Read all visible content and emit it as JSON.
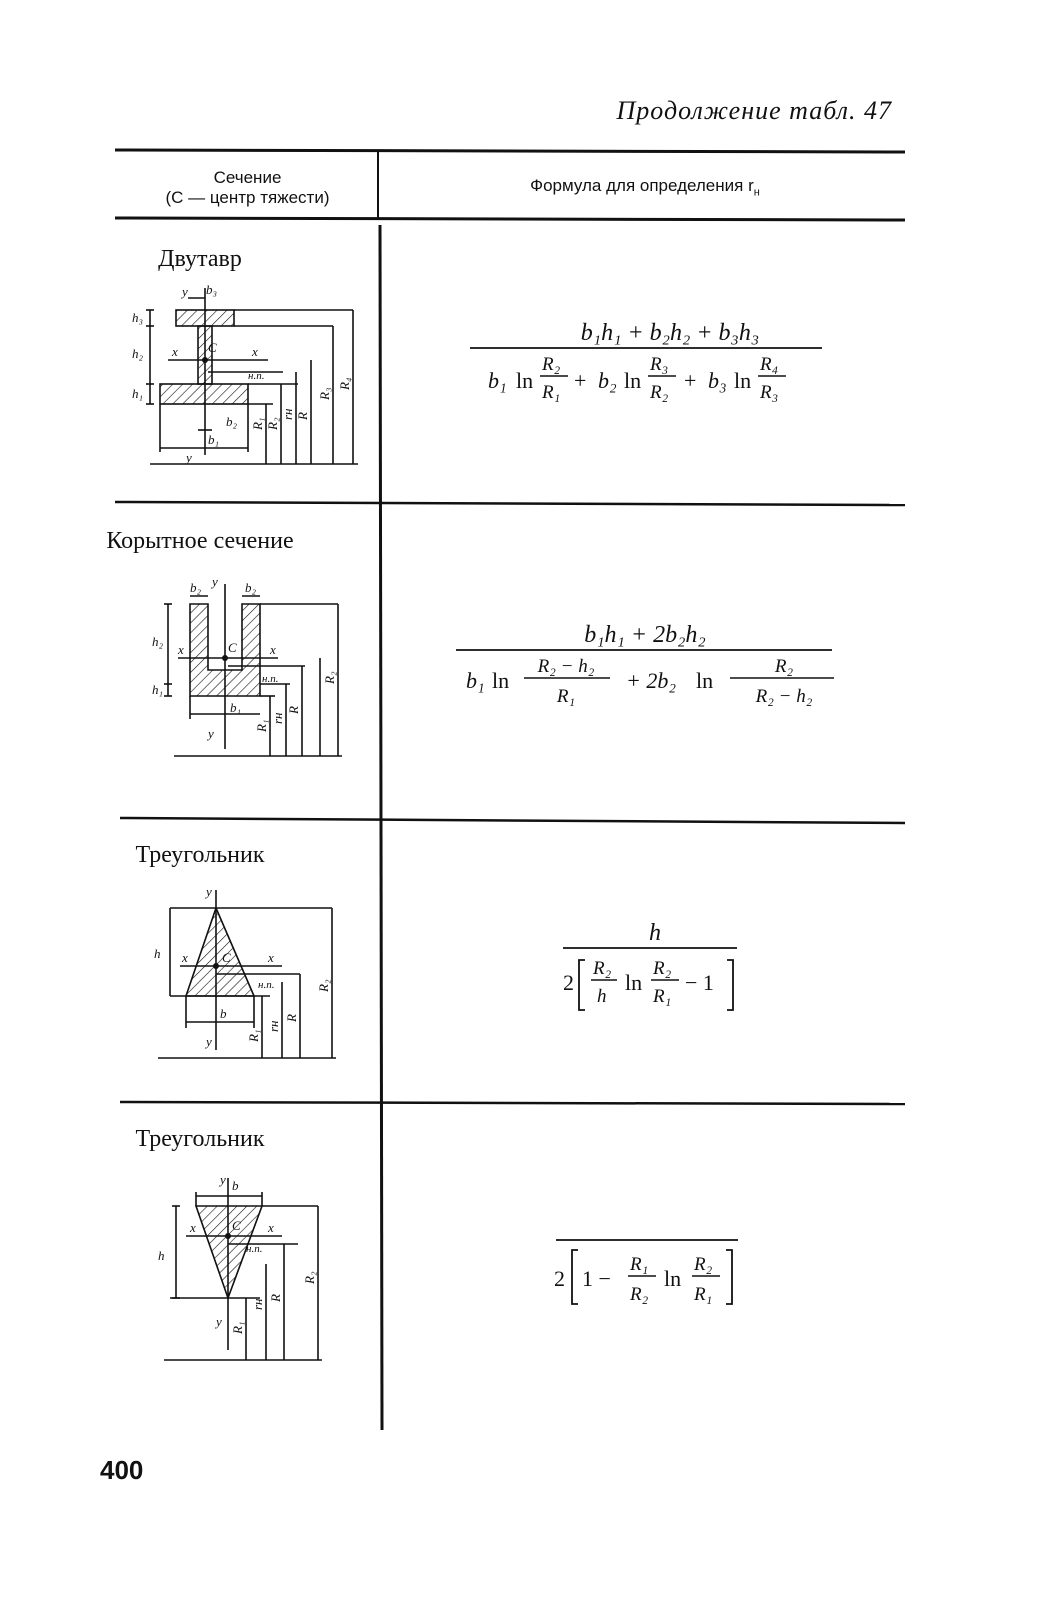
{
  "header": {
    "title": "Продолжение табл. 47"
  },
  "table": {
    "col1_line1": "Сечение",
    "col1_line2": "(C — центр тяжести)",
    "col2_title": "Формула для определения r",
    "col2_sub": "н"
  },
  "sections": [
    {
      "title": "Двутавр"
    },
    {
      "title": "Корытное сечение"
    },
    {
      "title": "Треугольник"
    },
    {
      "title": "Треугольник"
    }
  ],
  "page_number": "400",
  "labels": {
    "x": "x",
    "y": "y",
    "c": "C",
    "np": "н.п.",
    "b": "b",
    "b1": "b1",
    "b2": "b2",
    "b3": "b3",
    "h": "h",
    "h1": "h1",
    "h2": "h2",
    "h3": "h3",
    "R": "R",
    "R1": "R1",
    "R2": "R2",
    "R3": "R3",
    "R4": "R4",
    "rn": "rн"
  },
  "formulas": {
    "f1_num": "b₁h₁ + b₂h₂ + b₃h₃",
    "f2_num": "b₁h₁ + 2b₂h₂",
    "f3_num": "h",
    "b1": "b₁",
    "b2": "b₂",
    "b3": "b₃",
    "two": "2",
    "two_b2": "+ 2b₂",
    "ln": "ln",
    "plus": "+",
    "minus": "−",
    "one": "1",
    "R1": "R₁",
    "R2": "R₂",
    "R3": "R₃",
    "R4": "R₄",
    "h": "h",
    "R2_minus_h2": "R₂ − h₂",
    "one_minus": "1 −",
    "minus_one": "− 1"
  }
}
